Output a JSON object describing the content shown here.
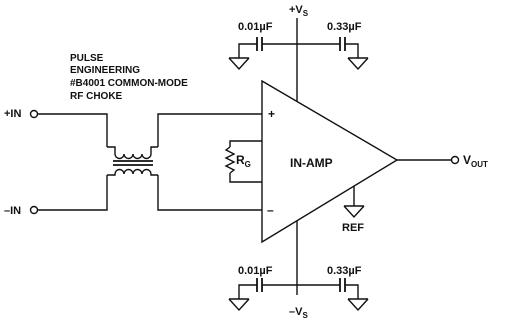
{
  "labels": {
    "choke_line1": "PULSE",
    "choke_line2": "ENGINEERING",
    "choke_line3": "#B4001 COMMON-MODE",
    "choke_line4": "RF CHOKE",
    "in_pos": "+IN",
    "in_neg": "–IN",
    "rg": "R",
    "rg_sub": "G",
    "amp": "IN-AMP",
    "plus": "+",
    "minus": "–",
    "vout": "V",
    "vout_sub": "OUT",
    "ref": "REF",
    "vs_pos_prefix": "+V",
    "vs_neg_prefix": "–V",
    "vs_sub": "S",
    "cap_top_left": "0.01µF",
    "cap_top_right": "0.33µF",
    "cap_bottom_left": "0.01µF",
    "cap_bottom_right": "0.33µF"
  }
}
